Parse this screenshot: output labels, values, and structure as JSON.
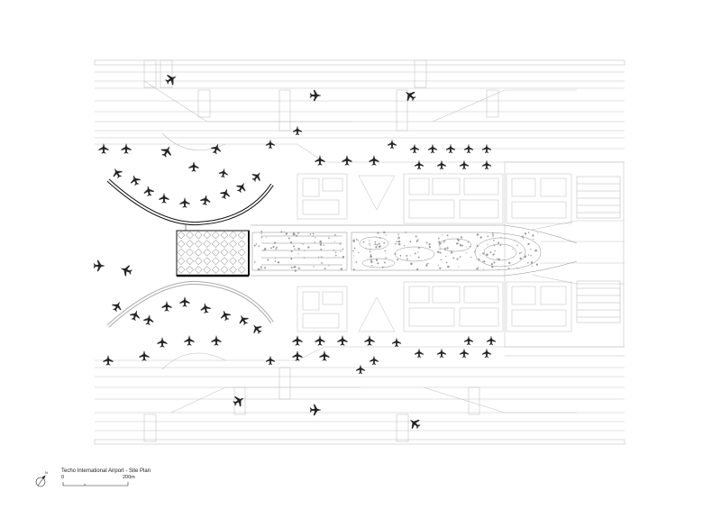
{
  "plan": {
    "title": "Techo International Airport  - Site Plan",
    "scale_start": "0",
    "scale_end": "200m",
    "north_icon": "north-arrow-icon",
    "line_color": "#bdbdbd",
    "ink_color": "#111111"
  }
}
